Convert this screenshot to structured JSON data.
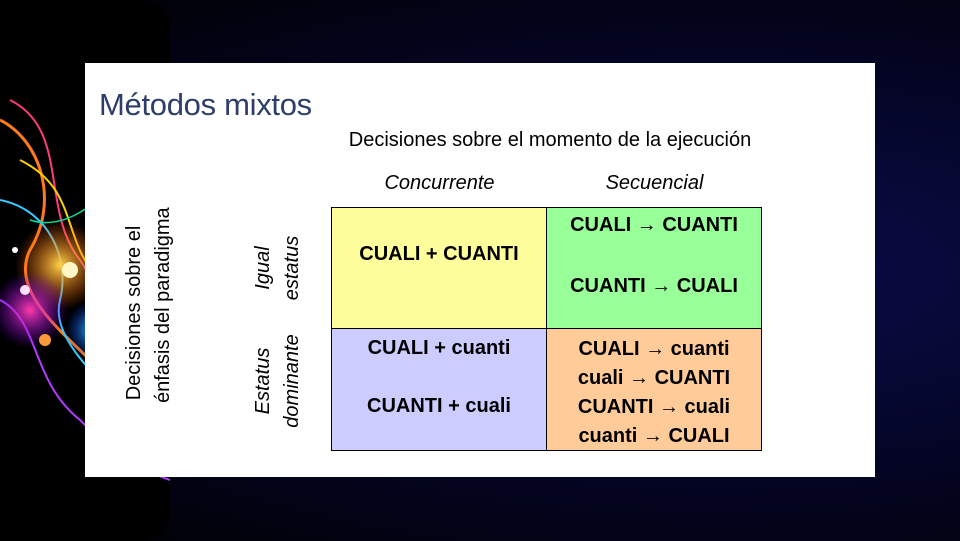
{
  "slide": {
    "title": "Métodos mixtos"
  },
  "table": {
    "column_group_header": "Decisiones sobre el momento de la ejecución",
    "column_headers": [
      "Concurrente",
      "Secuencial"
    ],
    "row_group_header": [
      "Decisiones sobre el",
      "énfasis del paradigma"
    ],
    "row_headers": [
      [
        "Igual",
        "estatus"
      ],
      [
        "Estatus",
        "dominante"
      ]
    ],
    "cells": {
      "equal_concurrent": [
        "CUALI + CUANTI"
      ],
      "equal_sequential": [
        "CUALI → CUANTI",
        "CUANTI → CUALI"
      ],
      "dominant_concurrent": [
        "CUALI + cuanti",
        "CUANTI + cuali"
      ],
      "dominant_sequential": [
        "CUALI → cuanti",
        "cuali → CUANTI",
        "CUANTI → cuali",
        "cuanti → CUALI"
      ]
    }
  },
  "colors": {
    "title": "#2c3e69",
    "equal_concurrent": "#fdfd9b",
    "equal_sequential": "#99ff99",
    "dominant_concurrent": "#ccccff",
    "dominant_sequential": "#ffcc99"
  }
}
